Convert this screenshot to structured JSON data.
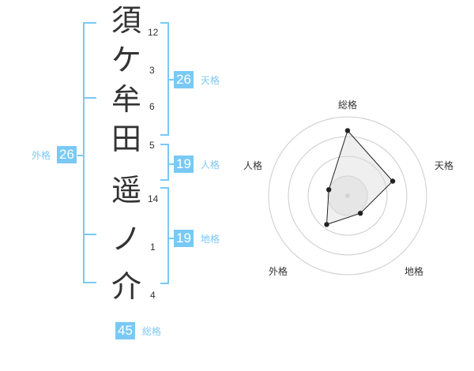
{
  "name_chars": [
    {
      "char": "須",
      "strokes": "12"
    },
    {
      "char": "ケ",
      "strokes": "3"
    },
    {
      "char": "牟",
      "strokes": "6"
    },
    {
      "char": "田",
      "strokes": "5"
    },
    {
      "char": "遥",
      "strokes": "14"
    },
    {
      "char": "ノ",
      "strokes": "1"
    },
    {
      "char": "介",
      "strokes": "4"
    }
  ],
  "kakusu": {
    "tenkaku": {
      "label": "天格",
      "value": "26"
    },
    "jinkaku": {
      "label": "人格",
      "value": "19"
    },
    "chikaku": {
      "label": "地格",
      "value": "19"
    },
    "gaikaku": {
      "label": "外格",
      "value": "26"
    },
    "soukaku": {
      "label": "総格",
      "value": "45"
    }
  },
  "radar": {
    "axes": [
      "総格",
      "天格",
      "地格",
      "外格",
      "人格"
    ],
    "levels": 4,
    "values": [
      3.3,
      2.4,
      1.1,
      1.8,
      1.0
    ]
  },
  "colors": {
    "accent": "#7ac9f5",
    "text": "#333333",
    "ring": "#cccccc",
    "fill": "#eeeeee"
  }
}
